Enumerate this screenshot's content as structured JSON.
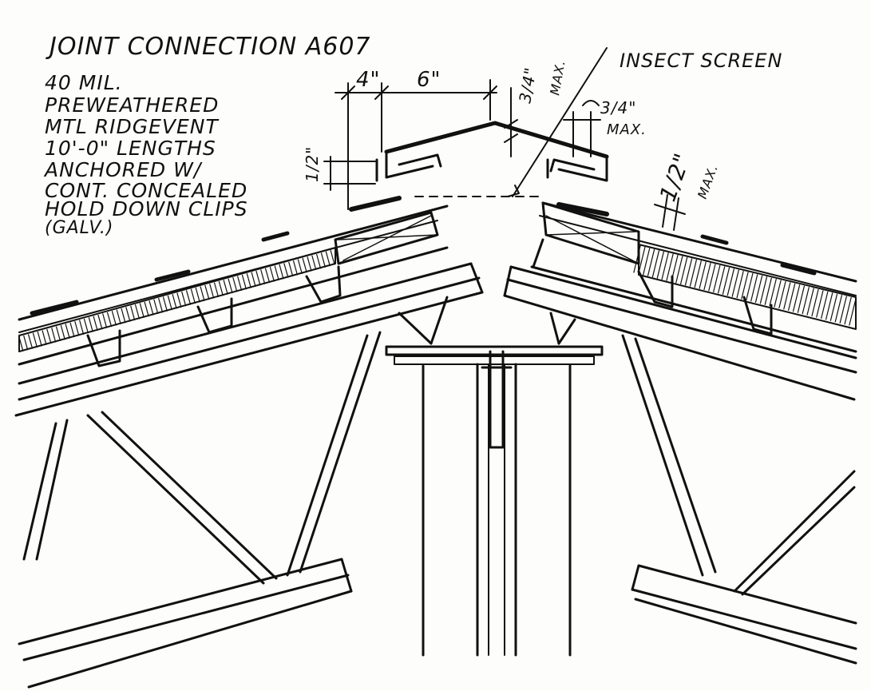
{
  "title": "JOINT CONNECTION A607",
  "note_lines": [
    "40 MIL.",
    "PREWEATHERED",
    "MTL RIDGEVENT",
    "10'-0\" LENGTHS",
    "ANCHORED W/",
    "CONT. CONCEALED",
    "HOLD DOWN CLIPS",
    "(GALV.)"
  ],
  "labels": {
    "insect_screen": "INSECT SCREEN",
    "dim_4": "4\"",
    "dim_6": "6\"",
    "dim_34_max_top": "3/4\"",
    "max_top": "MAX.",
    "dim_34_right": "3/4\"",
    "max_right": "MAX.",
    "dim_12_left": "1/2\"",
    "dim_12_right": "1/2\"",
    "max_far_right": "MAX."
  },
  "colors": {
    "ink": "#111111",
    "paper": "#fdfdfb"
  }
}
